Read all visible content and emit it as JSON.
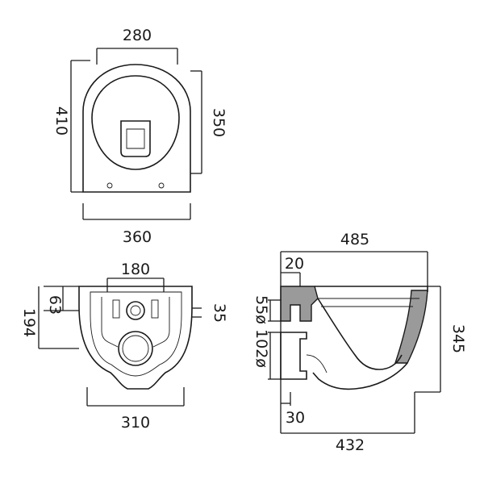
{
  "colors": {
    "line": "#1a1a1a",
    "section_fill": "#9a9a9a",
    "background": "#ffffff"
  },
  "top_view": {
    "overall_width": "280",
    "overall_length": "410",
    "bowl_length": "350",
    "base_width": "360"
  },
  "back_view": {
    "top_fixing_width": "180",
    "upper_height": "63",
    "overall_height": "194",
    "side_offset": "35",
    "base_width": "310"
  },
  "side_view": {
    "overall_length": "485",
    "top_offset": "20",
    "inlet_size": "55ø",
    "outlet_size": "102ø",
    "overall_height": "345",
    "bottom_offset": "30",
    "base_length": "432"
  }
}
